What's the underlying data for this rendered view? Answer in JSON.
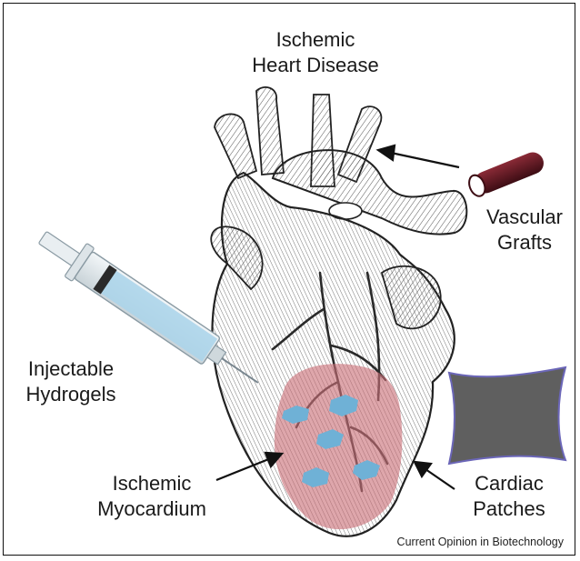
{
  "labels": {
    "title_line1": "Ischemic",
    "title_line2": "Heart Disease",
    "vascular_line1": "Vascular",
    "vascular_line2": "Grafts",
    "injectable_line1": "Injectable",
    "injectable_line2": "Hydrogels",
    "myocardium_line1": "Ischemic",
    "myocardium_line2": "Myocardium",
    "cardiac_line1": "Cardiac",
    "cardiac_line2": "Patches"
  },
  "credit": "Current Opinion in Biotechnology",
  "colors": {
    "ischemic_region": "#c96f78",
    "hydrogel_blobs": "#6fb1d6",
    "graft_tube": "#5a1620",
    "patch": "#5f5f5f",
    "patch_border": "#6b66b8",
    "syringe_liquid": "#a9d3ea"
  }
}
